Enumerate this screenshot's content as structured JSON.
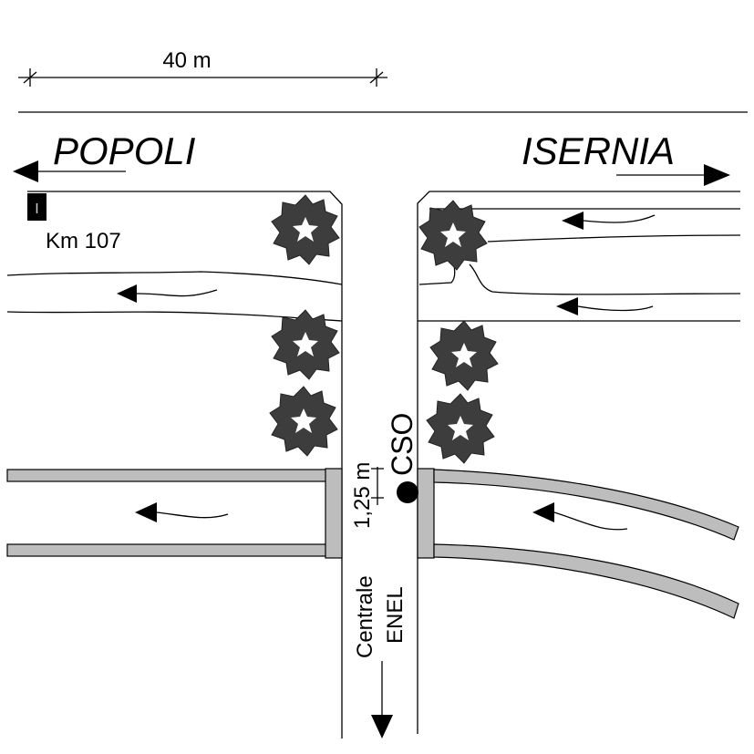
{
  "scale": {
    "label": "40 m"
  },
  "directions": {
    "left": "POPOLI",
    "right": "ISERNIA"
  },
  "marker": {
    "symbol": "I",
    "label": "Km 107"
  },
  "outfall": {
    "label": "CSO",
    "dimension": "1,25 m"
  },
  "destination": {
    "line1": "Centrale",
    "line2": "ENEL"
  },
  "colors": {
    "pipe": "#bdbdbd",
    "tree": "#3d3d3d",
    "line": "#000000"
  }
}
